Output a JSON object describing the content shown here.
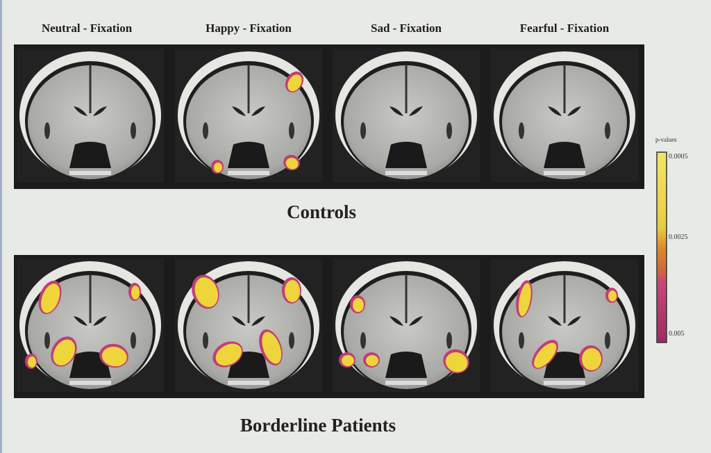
{
  "columns": [
    "Neutral - Fixation",
    "Happy - Fixation",
    "Sad - Fixation",
    "Fearful - Fixation"
  ],
  "groups": [
    {
      "label": "Controls"
    },
    {
      "label": "Borderline Patients"
    }
  ],
  "colorbar": {
    "title": "p-values",
    "ticks": [
      "0.0005",
      "0.0025",
      "0.005"
    ],
    "colors": [
      "#f2e24a",
      "#e6c63a",
      "#d8782e",
      "#c5407a",
      "#a0285a"
    ]
  }
}
